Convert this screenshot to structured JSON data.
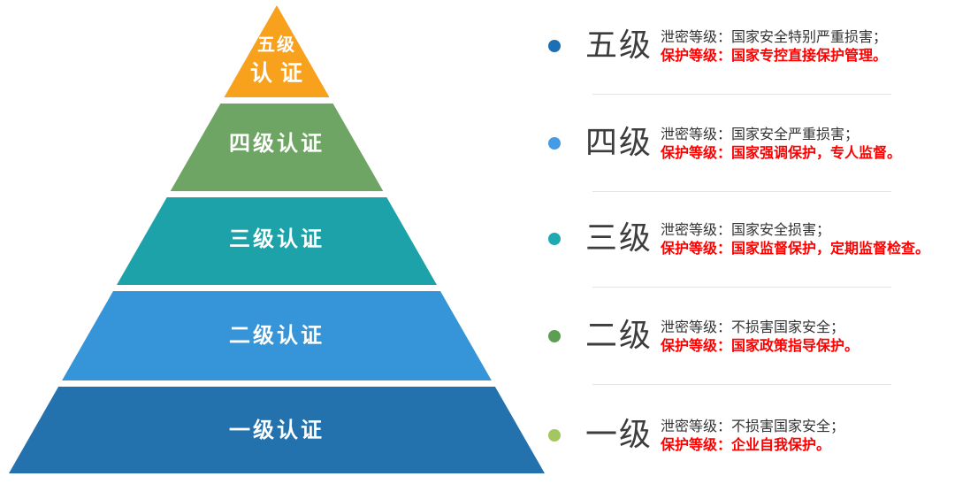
{
  "palette": {
    "divider": "#e3e3e3",
    "level_name_color": "#3d3d3d",
    "leak_text_color": "#333333",
    "protect_text_color": "#fe0000",
    "pyramid_label_color": "#ffffff"
  },
  "levels": [
    {
      "name": "五级",
      "pyramid_label": "五级认证",
      "pyramid_label_line1": "五级",
      "pyramid_label_line2": "认证",
      "leak_text": "泄密等级：国家安全特别严重损害；",
      "protect_text": "保护等级：国家专控直接保护管理。",
      "color": "#f8a11d",
      "dot_color": "#1c6fb2"
    },
    {
      "name": "四级",
      "pyramid_label": "四级认证",
      "leak_text": "泄密等级：国家安全严重损害；",
      "protect_text": "保护等级：国家强调保护，专人监督。",
      "color": "#6fa564",
      "dot_color": "#459be6"
    },
    {
      "name": "三级",
      "pyramid_label": "三级认证",
      "leak_text": "泄密等级：国家安全损害；",
      "protect_text": "保护等级：国家监督保护，定期监督检查。",
      "color": "#1ca2a8",
      "dot_color": "#1fa9b0"
    },
    {
      "name": "二级",
      "pyramid_label": "二级认证",
      "leak_text": "泄密等级：不损害国家安全；",
      "protect_text": "保护等级：国家政策指导保护。",
      "color": "#3694d8",
      "dot_color": "#5c9e52"
    },
    {
      "name": "一级",
      "pyramid_label": "一级认证",
      "leak_text": "泄密等级：不损害国家安全；",
      "protect_text": "保护等级：企业自我保护。",
      "color": "#2371ad",
      "dot_color": "#a3c660"
    }
  ]
}
